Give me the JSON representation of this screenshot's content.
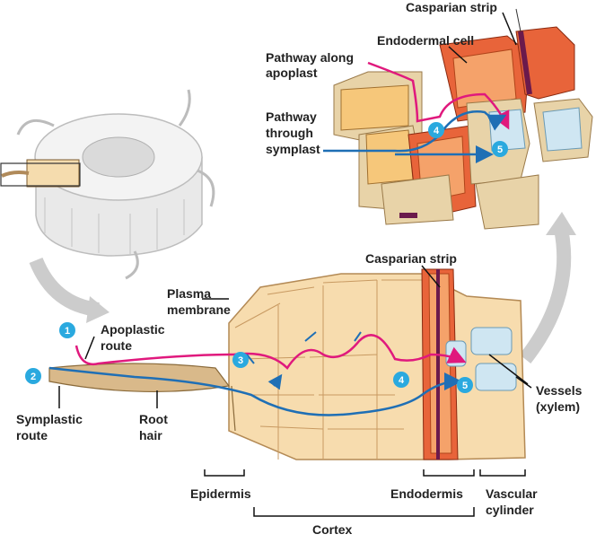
{
  "labels": {
    "casparian_strip_top": "Casparian strip",
    "endodermal_cell": "Endodermal cell",
    "pathway_apoplast_1": "Pathway along",
    "pathway_apoplast_2": "apoplast",
    "pathway_symplast_1": "Pathway",
    "pathway_symplast_2": "through",
    "pathway_symplast_3": "symplast",
    "casparian_strip_mid": "Casparian strip",
    "plasma_membrane_1": "Plasma",
    "plasma_membrane_2": "membrane",
    "apoplastic_route_1": "Apoplastic",
    "apoplastic_route_2": "route",
    "symplastic_route_1": "Symplastic",
    "symplastic_route_2": "route",
    "root_hair_1": "Root",
    "root_hair_2": "hair",
    "vessels_1": "Vessels",
    "vessels_2": "(xylem)",
    "epidermis": "Epidermis",
    "endodermis": "Endodermis",
    "vascular_cylinder_1": "Vascular",
    "vascular_cylinder_2": "cylinder",
    "cortex": "Cortex"
  },
  "steps": [
    "1",
    "2",
    "3",
    "4",
    "5",
    "4",
    "5"
  ],
  "colors": {
    "apoplast_route": "#e0197d",
    "symplast_route": "#1f6fb5",
    "step_marker": "#2aa9df",
    "cell_fill": "#f8d9a8",
    "endodermis_fill": "#e8643a",
    "casparian_strip": "#6b1a4c",
    "xylem_fill": "#cfe6f2"
  }
}
